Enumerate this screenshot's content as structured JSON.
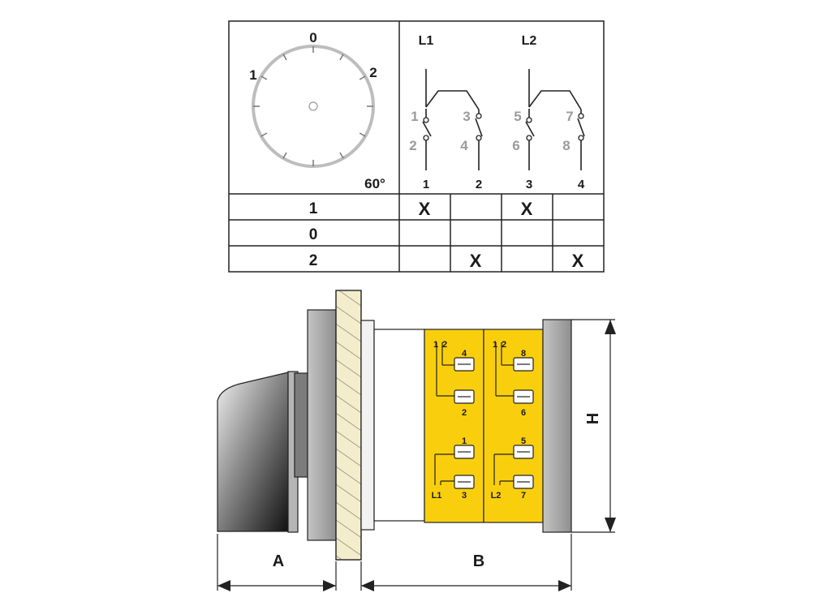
{
  "switch_table": {
    "dial": {
      "positions": [
        "0",
        "1",
        "2"
      ],
      "angle": "60°"
    },
    "lines": [
      "L1",
      "L2"
    ],
    "terminals": [
      "1",
      "3",
      "5",
      "7",
      "2",
      "4",
      "6",
      "8"
    ],
    "contact_columns": [
      "1",
      "2",
      "3",
      "4"
    ],
    "rows": [
      {
        "label": "1",
        "cells": [
          "X",
          "",
          "X",
          ""
        ]
      },
      {
        "label": "0",
        "cells": [
          "",
          "",
          "",
          ""
        ]
      },
      {
        "label": "2",
        "cells": [
          "",
          "X",
          "",
          "X"
        ]
      }
    ]
  },
  "drawing": {
    "module1": {
      "top_labels": [
        "1",
        "2",
        "4"
      ],
      "mid_label": "2",
      "lower_top_label": "1",
      "lower_bottom_label": "3",
      "line_label": "L1"
    },
    "module2": {
      "top_labels": [
        "1",
        "2",
        "8"
      ],
      "mid_label": "6",
      "lower_top_label": "5",
      "lower_bottom_label": "7",
      "line_label": "L2"
    },
    "dimensions": {
      "a": "A",
      "b": "B",
      "h": "H"
    },
    "colors": {
      "module": "#f9cf0d",
      "panel_hatch": "#f3edcb",
      "body_grey": "#a8a8a8",
      "dial_ring": "#bdbdbd"
    }
  }
}
